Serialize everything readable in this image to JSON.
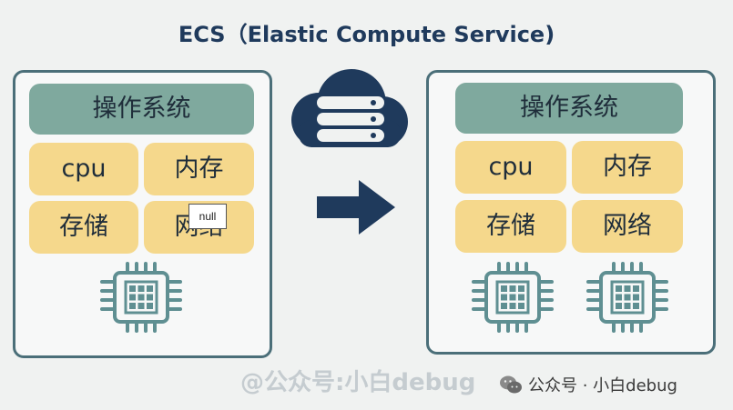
{
  "title": "ECS（Elastic Compute Service)",
  "left_server": {
    "os": "操作系统",
    "cells": [
      "cpu",
      "内存",
      "存储",
      "网络"
    ],
    "tooltip": "null"
  },
  "right_server": {
    "os": "操作系统",
    "cells": [
      "cpu",
      "内存",
      "存储",
      "网络"
    ]
  },
  "watermark": {
    "large": "@公众号:小白debug",
    "small": "公众号 · 小白debug"
  },
  "colors": {
    "os_bar": "#7fa99e",
    "cell": "#f5d88c",
    "border": "#4b6f79",
    "cloud": "#1f3a5c",
    "chip": "#5f8f92"
  }
}
